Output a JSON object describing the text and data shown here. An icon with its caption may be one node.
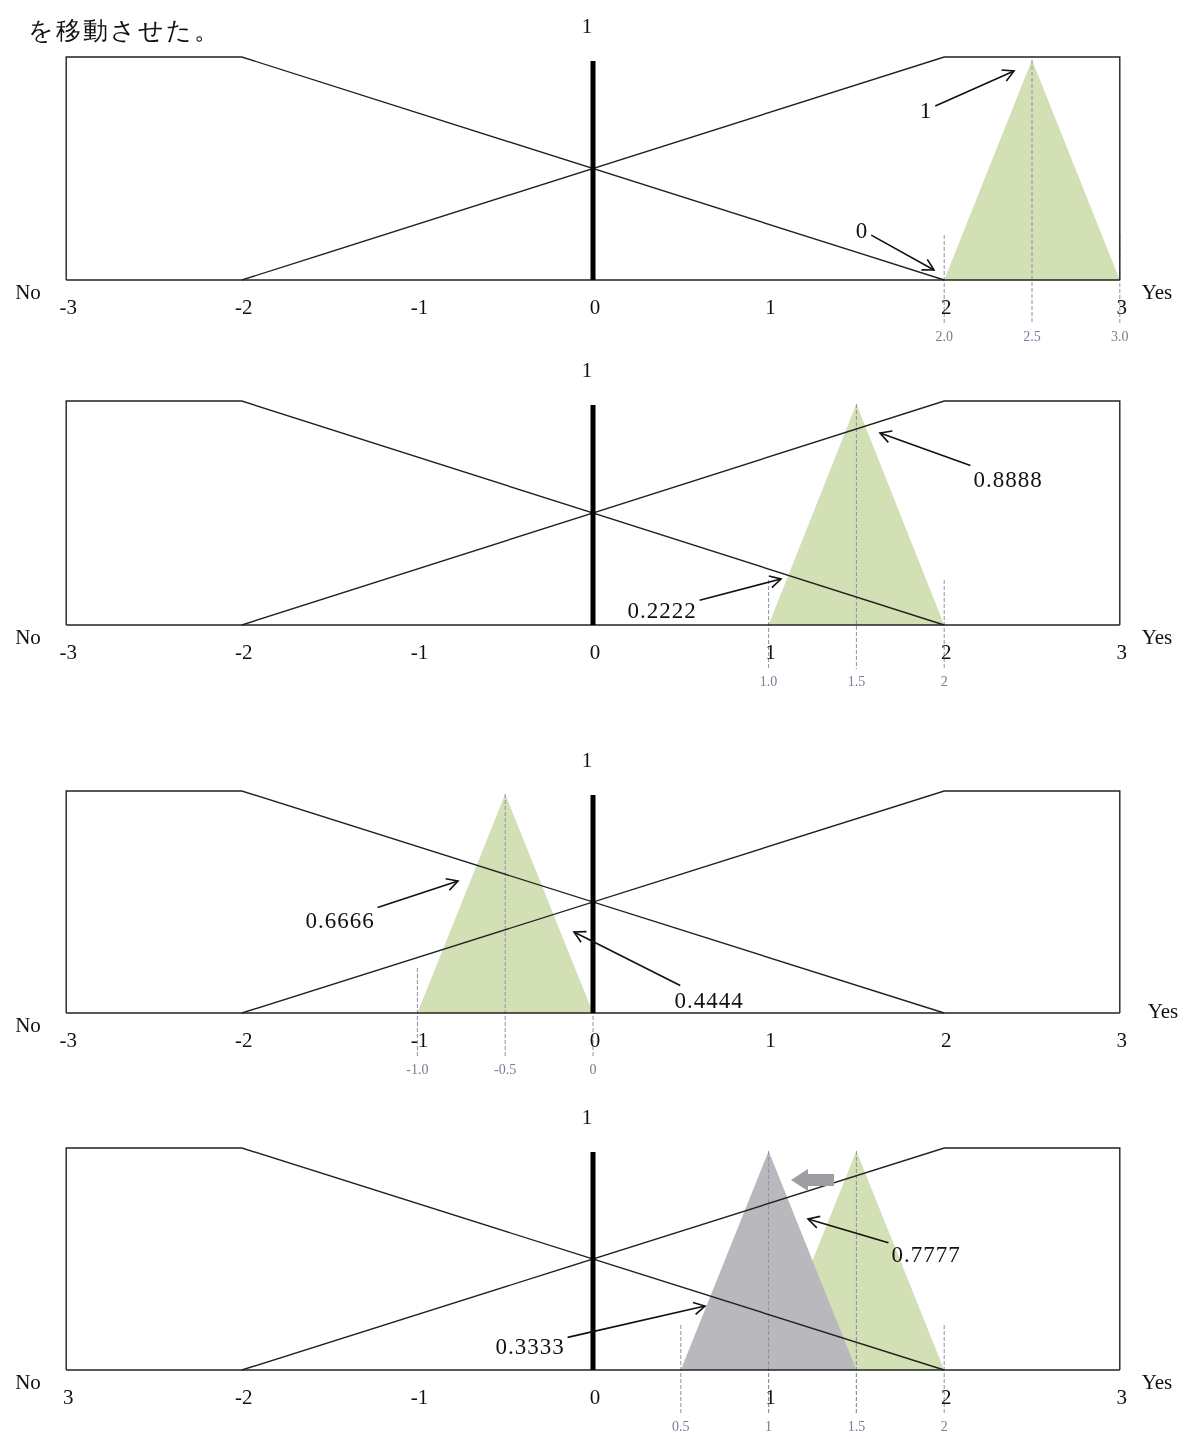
{
  "diagram": {
    "nodes": [
      {
        "text": [
          "1"
        ]
      },
      {
        "text": [
          "0"
        ]
      },
      {
        "text": [
          "0.8888"
        ]
      },
      {
        "text": [
          "0.2222"
        ]
      },
      {
        "text": [
          "0.6666"
        ]
      },
      {
        "text": [
          "0.4444"
        ]
      },
      {
        "text": [
          "0.7777"
        ]
      },
      {
        "text": [
          "0.3333"
        ]
      }
    ],
    "edges": [
      {
        "from": 0,
        "to": null,
        "arrow": "to"
      },
      {
        "from": 1,
        "to": null,
        "arrow": "to"
      },
      {
        "from": 2,
        "to": null,
        "arrow": "to"
      },
      {
        "from": 3,
        "to": null,
        "arrow": "to"
      },
      {
        "from": 4,
        "to": null,
        "arrow": "to"
      },
      {
        "from": 5,
        "to": null,
        "arrow": "to"
      },
      {
        "from": 6,
        "to": null,
        "arrow": "to"
      },
      {
        "from": 7,
        "to": null,
        "arrow": "to"
      }
    ],
    "labels": [
      "を移動させた。",
      "1",
      "No",
      "-3",
      "-2",
      "-1",
      "0",
      "1",
      "2",
      "3",
      "Yes",
      "2.0",
      "2.5",
      "3.0",
      "1",
      "No",
      "-3",
      "-2",
      "-1",
      "0",
      "1",
      "2",
      "3",
      "Yes",
      "1.0",
      "1.5",
      "2",
      "1",
      "Yes",
      "No",
      "-3",
      "-2",
      "-1",
      "0",
      "1",
      "2",
      "3",
      "-1.0",
      "-0.5",
      "0",
      "1",
      "No",
      "3",
      "-2",
      "-1",
      "0",
      "1",
      "2",
      "3",
      "Yes",
      "0.5",
      "1",
      "1.5",
      "2"
    ]
  }
}
